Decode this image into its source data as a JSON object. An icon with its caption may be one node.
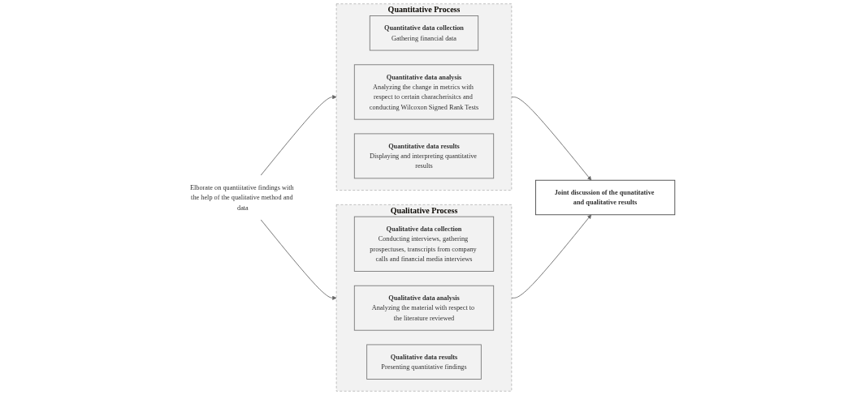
{
  "diagram": {
    "nodes": [
      {
        "text": [
          "Quantitative Process"
        ]
      },
      {
        "text": [
          "Quantitative data collection",
          "Gathering financial data"
        ],
        "in": 0
      },
      {
        "text": [
          "Quantitative data analysis",
          "Analyzing the change in metrics with respect to certain characherisitcs and conducting Wilcoxon Signed Rank Tests"
        ],
        "in": 0
      },
      {
        "text": [
          "Quantitative data results",
          "Displaying and interpreting quantitative results"
        ],
        "in": 0
      },
      {
        "text": [
          "Qualitative Process"
        ]
      },
      {
        "text": [
          "Qualitative data collection",
          "Conducting interviews, gathering prospectuses, transcripts from company calls and financial media interviews"
        ],
        "in": 4
      },
      {
        "text": [
          "Qualitative data analysis",
          "Analyzing the material with respect to the literature reviewed"
        ],
        "in": 4
      },
      {
        "text": [
          "Qualitative data results",
          "Presenting quantitative findings"
        ],
        "in": 4
      },
      {
        "text": [
          "Joint discussion of the qunatitative and qualitative results"
        ]
      },
      {
        "text": [
          "Elborate on quantiitative findings with the help of the qualitative method and data"
        ]
      }
    ],
    "edges": [
      {
        "from": 9,
        "to": 0,
        "arrow": "to"
      },
      {
        "from": 9,
        "to": 4,
        "arrow": "to"
      },
      {
        "from": 0,
        "to": 8,
        "arrow": "to"
      },
      {
        "from": 4,
        "to": 8,
        "arrow": "to"
      }
    ]
  }
}
